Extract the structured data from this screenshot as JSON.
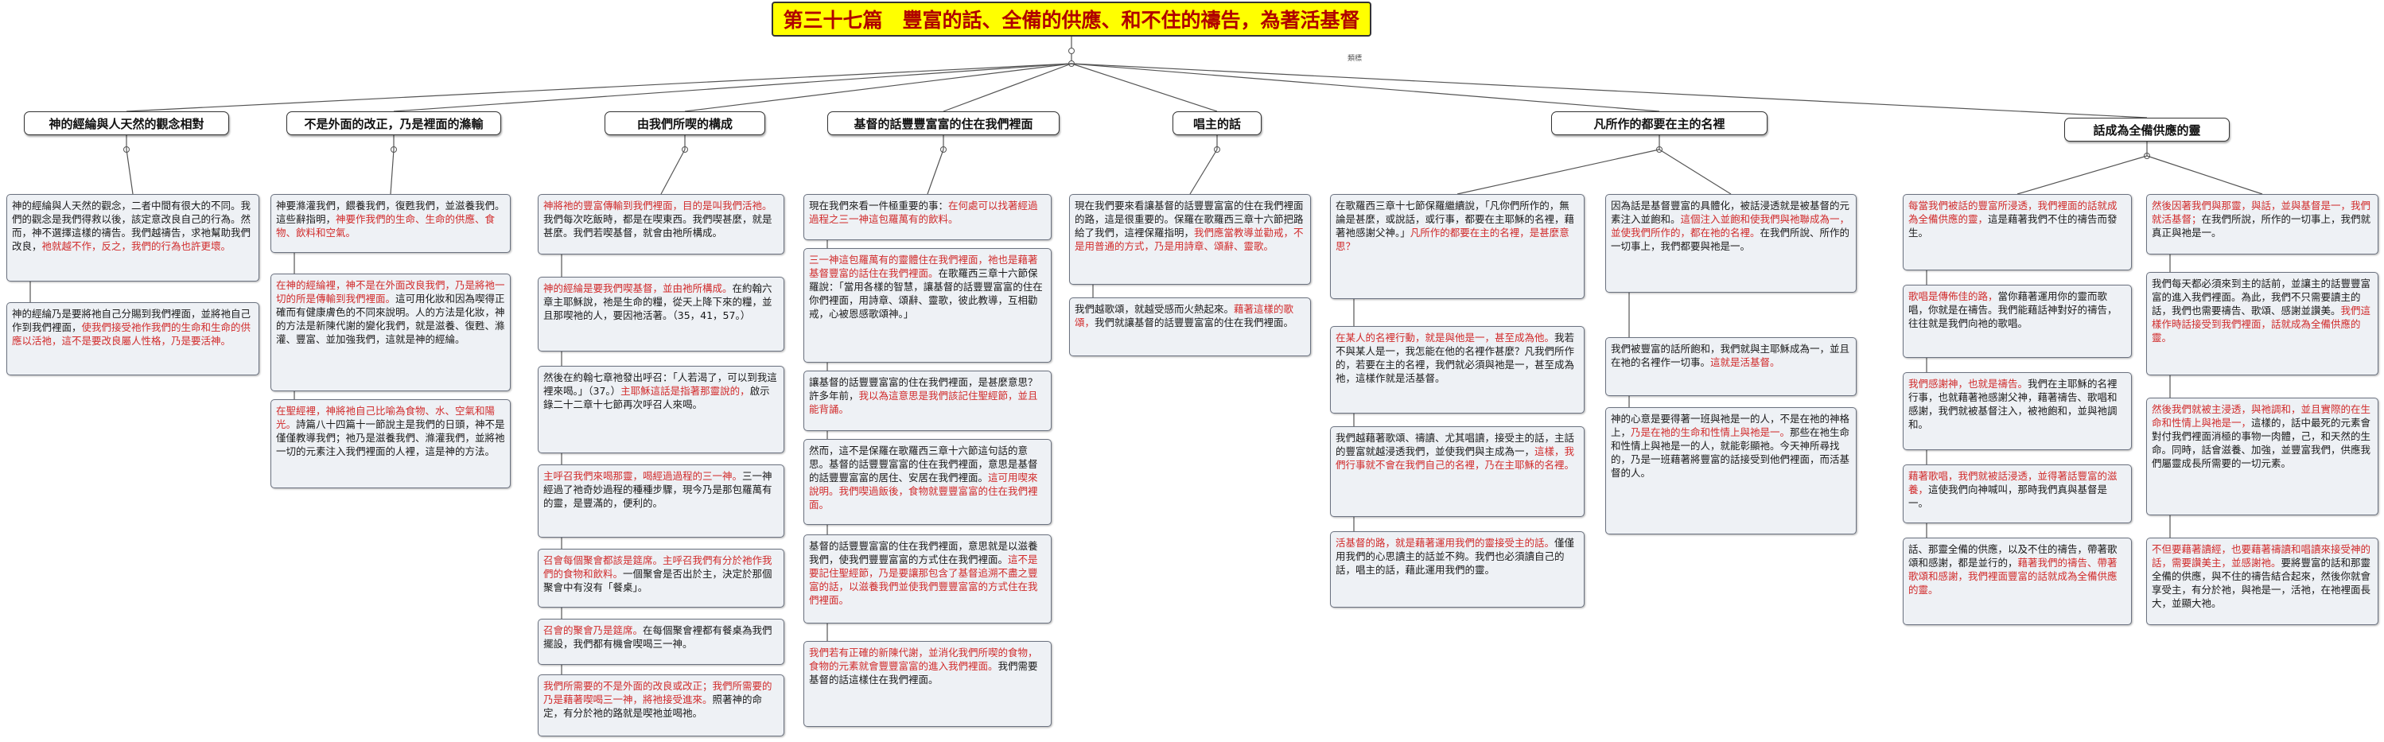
{
  "title": "第三十七篇　豐富的話、全備的供應、和不住的禱告，為著活基督",
  "hub_label": "類標",
  "colors": {
    "title_bg": "#ffff00",
    "title_text": "#b00000",
    "highlight": "#d12b2b",
    "note_bg": "#eef1f5"
  },
  "branches": [
    {
      "id": "b1",
      "label": "神的經綸與人天然的觀念相對",
      "notes": [
        {
          "id": "n1",
          "segments": [
            {
              "t": "神的經綸與人天然的觀念，二者中間有很大的不同。我們的觀念是我們得救以後，該定意改良自己的行為。然而，神不選擇這樣的禱告。我們越禱告，求祂幫助我們改良，",
              "c": "b"
            },
            {
              "t": "祂就越不作，反之，我們的行為也許更壞。",
              "c": "r"
            }
          ]
        },
        {
          "id": "n2",
          "segments": [
            {
              "t": "神的經綸乃是要將祂自己分賜到我們裡面，並將祂自己作到我們裡面，",
              "c": "b"
            },
            {
              "t": "使我們接受祂作我們的生命和生命的供應以活祂，這不是要改良屬人性格，乃是要活神。",
              "c": "r"
            }
          ]
        }
      ]
    },
    {
      "id": "b2",
      "label": "不是外面的改正，乃是裡面的滌輸",
      "notes": [
        {
          "id": "n3",
          "segments": [
            {
              "t": "神要滌灌我們，餵養我們，復甦我們，並滋養我們。這些辭指明，",
              "c": "b"
            },
            {
              "t": "神要作我們的生命、生命的供應、食物、飲料和空氣。",
              "c": "r"
            }
          ]
        },
        {
          "id": "n4",
          "segments": [
            {
              "t": "在神的經綸裡，神不是在外面改良我們，乃是將祂一切的所是傳輸到我們裡面。",
              "c": "r"
            },
            {
              "t": "這可用化妝和因為喫得正確而有健康膚色的不同來說明。人的方法是化妝，神的方法是新陳代謝的變化我們，就是滋養、復甦、滌灌、豐富、並加強我們，這就是神的經綸。",
              "c": "b"
            }
          ]
        },
        {
          "id": "n5",
          "segments": [
            {
              "t": "在聖經裡，神將祂自己比喻為食物、水、空氣和陽光。",
              "c": "r"
            },
            {
              "t": "詩篇八十四篇十一節說主是我們的日頭，神不是僅僅教導我們；祂乃是滋養我們、滌灌我們，並將祂一切的元素注入我們裡面的人裡，這是神的方法。",
              "c": "b"
            }
          ]
        }
      ]
    },
    {
      "id": "b3",
      "label": "由我們所喫的構成",
      "notes": [
        {
          "id": "n6",
          "segments": [
            {
              "t": "神將祂的豐富傳輸到我們裡面，目的是叫我們活祂。",
              "c": "r"
            },
            {
              "t": "我們每次吃飯時，都是在喫東西。我們喫甚麼，就是甚麼。我們若喫基督，就會由祂所構成。",
              "c": "b"
            }
          ]
        },
        {
          "id": "n7",
          "segments": [
            {
              "t": "神的經綸是要我們喫基督，並由祂所構成。",
              "c": "r"
            },
            {
              "t": "在約翰六章主耶穌說，祂是生命的糧，從天上降下來的糧，並且那喫祂的人，要因祂活著。（35，41，57。）",
              "c": "b"
            }
          ]
        },
        {
          "id": "n8",
          "segments": [
            {
              "t": "然後在約翰七章祂發出呼召：「人若渴了，可以到我這裡來喝。」（37。）",
              "c": "b"
            },
            {
              "t": "主耶穌這話是指著那靈說的，",
              "c": "r"
            },
            {
              "t": "啟示錄二十二章十七節再次呼召人來喝。",
              "c": "b"
            }
          ]
        },
        {
          "id": "n9",
          "segments": [
            {
              "t": "主呼召我們來喝那靈，喝經過過程的三一神。",
              "c": "r"
            },
            {
              "t": "三一神經過了祂奇妙過程的種種步驟，現今乃是那包羅萬有的靈，是豐滿的，便利的。",
              "c": "b"
            }
          ]
        },
        {
          "id": "n10",
          "segments": [
            {
              "t": "召會每個聚會都該是筵席。主呼召我們有分於祂作我們的食物和飲料。",
              "c": "r"
            },
            {
              "t": "一個聚會是否出於主，決定於那個聚會中有沒有「餐桌」。",
              "c": "b"
            }
          ]
        },
        {
          "id": "n11",
          "segments": [
            {
              "t": "召會的聚會乃是筵席。",
              "c": "r"
            },
            {
              "t": "在每個聚會裡都有餐桌為我們擺設，我們都有機會喫喝三一神。",
              "c": "b"
            }
          ]
        },
        {
          "id": "n12",
          "segments": [
            {
              "t": "我們所需要的不是外面的改良或改正；我們所需要的乃是藉著喫喝三一神，將祂接受進來。",
              "c": "r"
            },
            {
              "t": "照著神的命定，有分於祂的路就是喫祂並喝祂。",
              "c": "b"
            }
          ]
        }
      ]
    },
    {
      "id": "b4",
      "label": "基督的話豐豐富富的住在我們裡面",
      "notes": [
        {
          "id": "n13",
          "segments": [
            {
              "t": "現在我們來看一件極重要的事：",
              "c": "b"
            },
            {
              "t": "在何處可以找著經過過程之三一神這包羅萬有的飲料。",
              "c": "r"
            }
          ]
        },
        {
          "id": "n14",
          "segments": [
            {
              "t": "三一神這包羅萬有的靈體住在我們裡面，祂也是藉著基督豐富的話住在我們裡面。",
              "c": "r"
            },
            {
              "t": "在歌羅西三章十六節保羅說：「當用各樣的智慧，讓基督的話豐豐富富的住在你們裡面，用詩章、頌辭、靈歌，彼此教導，互相勸戒，心被恩感歌頌神。」",
              "c": "b"
            }
          ]
        },
        {
          "id": "n15",
          "segments": [
            {
              "t": "讓基督的話豐豐富富的住在我們裡面，是甚麼意思？許多年前，",
              "c": "b"
            },
            {
              "t": "我以為這意思是我們該記住聖經節，並且能背誦。",
              "c": "r"
            }
          ]
        },
        {
          "id": "n16",
          "segments": [
            {
              "t": "然而，這不是保羅在歌羅西三章十六節這句話的意思。基督的話豐豐富富的住在我們裡面，意思是基督的話豐豐富富的居住、安居在我們裡面。",
              "c": "b"
            },
            {
              "t": "這可用喫來說明。我們喫過飯後，食物就豐豐富富的住在我們裡面。",
              "c": "r"
            }
          ]
        },
        {
          "id": "n17",
          "segments": [
            {
              "t": "基督的話豐豐富富的住在我們裡面，意思就是以滋養我們，使我們豐豐富富的方式住在我們裡面。",
              "c": "b"
            },
            {
              "t": "這不是要記住聖經節，乃是要讓那包含了基督追溯不盡之豐富的話，以滋養我們並使我們豐豐富富的方式住在我們裡面。",
              "c": "r"
            }
          ]
        },
        {
          "id": "n18",
          "segments": [
            {
              "t": "我們若有正確的新陳代謝，並消化我們所喫的食物，食物的元素就會豐豐富富的進入我們裡面。",
              "c": "r"
            },
            {
              "t": "我們需要基督的話這樣住在我們裡面。",
              "c": "b"
            }
          ]
        }
      ]
    },
    {
      "id": "b5",
      "label": "唱主的話",
      "notes": [
        {
          "id": "n19",
          "segments": [
            {
              "t": "現在我們要來看讓基督的話豐豐富富的住在我們裡面的路，這是很重要的。保羅在歌羅西三章十六節把路給了我們，這裡保羅指明，",
              "c": "b"
            },
            {
              "t": "我們應當教導並勸戒，不是用普通的方式，乃是用詩章、頌辭、靈歌。",
              "c": "r"
            }
          ]
        },
        {
          "id": "n20",
          "segments": [
            {
              "t": "我們越歌頌，就越受感而火熱起來。",
              "c": "b"
            },
            {
              "t": "藉著這樣的歌頌，",
              "c": "r"
            },
            {
              "t": "我們就讓基督的話豐豐富富的住在我們裡面。",
              "c": "b"
            }
          ]
        }
      ]
    },
    {
      "id": "b6",
      "label": "凡所作的都要在主的名裡",
      "notes": [
        {
          "id": "n21",
          "segments": [
            {
              "t": "在歌羅西三章十七節保羅繼續說，「凡你們所作的，無論是甚麼，或說話，或行事，都要在主耶穌的名裡，藉著祂感謝父神。」",
              "c": "b"
            },
            {
              "t": "凡所作的都要在主的名裡，是甚麼意思？",
              "c": "r"
            }
          ]
        },
        {
          "id": "n22",
          "segments": [
            {
              "t": "在某人的名裡行動，就是與他是一，甚至成為他。",
              "c": "r"
            },
            {
              "t": "我若不與某人是一，我怎能在他的名裡作甚麼？凡我們所作的，若要在主的名裡，我們就必須與祂是一，甚至成為祂，這樣作就是活基督。",
              "c": "b"
            }
          ]
        },
        {
          "id": "n23",
          "segments": [
            {
              "t": "我們越藉著歌頌、禱讀、尤其唱讀，接受主的話，主話的豐富就越浸透我們，並使我們與主成為一，",
              "c": "b"
            },
            {
              "t": "這樣，我們行事就不會在我們自己的名裡，乃在主耶穌的名裡。",
              "c": "r"
            }
          ]
        },
        {
          "id": "n24",
          "segments": [
            {
              "t": "活基督的路，就是藉著運用我們的靈接受主的話。",
              "c": "r"
            },
            {
              "t": "僅僅用我們的心思讀主的話並不夠。我們也必須讀自己的話，唱主的話，藉此運用我們的靈。",
              "c": "b"
            }
          ]
        },
        {
          "id": "n25",
          "segments": [
            {
              "t": "因為話是基督豐富的具體化，被話浸透就是被基督的元素注入並飽和。",
              "c": "b"
            },
            {
              "t": "這個注入並飽和使我們與祂聯成為一，並使我們所作的，都在祂的名裡。",
              "c": "r"
            },
            {
              "t": "在我們所說、所作的一切事上，我們都要與祂是一。",
              "c": "b"
            }
          ]
        },
        {
          "id": "n26",
          "segments": [
            {
              "t": "我們被豐富的話所飽和，我們就與主耶穌成為一，並且在祂的名裡作一切事。",
              "c": "b"
            },
            {
              "t": "這就是活基督。",
              "c": "r"
            }
          ]
        },
        {
          "id": "n27",
          "segments": [
            {
              "t": "神的心意是要得著一班與祂是一的人，不是在祂的神格上，",
              "c": "b"
            },
            {
              "t": "乃是在祂的生命和性情上與祂是一。",
              "c": "r"
            },
            {
              "t": "那些在祂生命和性情上與祂是一的人，就能彰顯祂。今天神所尋找的，乃是一班藉著將豐富的話接受到他們裡面，而活基督的人。",
              "c": "b"
            }
          ]
        }
      ]
    },
    {
      "id": "b7",
      "label": "話成為全備供應的靈",
      "notes": [
        {
          "id": "n28",
          "segments": [
            {
              "t": "每當我們被話的豐富所浸透，我們裡面的話就成為全備供應的靈，",
              "c": "r"
            },
            {
              "t": "這是藉著我們不住的禱告而發生。",
              "c": "b"
            }
          ]
        },
        {
          "id": "n29",
          "segments": [
            {
              "t": "然後因著我們與那靈，與話，並與基督是一，我們就活基督；",
              "c": "r"
            },
            {
              "t": "在我們所說，所作的一切事上，我們就真正與祂是一。",
              "c": "b"
            }
          ]
        },
        {
          "id": "n30",
          "segments": [
            {
              "t": "歌唱是傳佈佳的路，",
              "c": "r"
            },
            {
              "t": "當你藉著運用你的靈而歌唱，你就是在禱告。我們能藉話神對好的禱告，往往就是我們向祂的歌唱。",
              "c": "b"
            }
          ]
        },
        {
          "id": "n31",
          "segments": [
            {
              "t": "我們每天都必須來到主的話前，並讓主的話豐豐富富的進入我們裡面。為此，我們不只需要讀主的話，我們也需要禱告、歌頌、感謝並讚美。",
              "c": "b"
            },
            {
              "t": "我們這樣作時話接受到我們裡面，話就成為全備供應的靈。",
              "c": "r"
            }
          ]
        },
        {
          "id": "n32",
          "segments": [
            {
              "t": "我們感謝神，也就是禱告。",
              "c": "r"
            },
            {
              "t": "我們在主耶穌的名裡行事，也就藉著祂感謝父神，藉著禱告、歌唱和感謝，我們就被基督注入，被祂飽和，並與祂調和。",
              "c": "b"
            }
          ]
        },
        {
          "id": "n33",
          "segments": [
            {
              "t": "然後我們就被主浸透，與祂調和，並且實際的在生命和性情上與祂是一，",
              "c": "r"
            },
            {
              "t": "這樣的，話中最死的元素會對付我們裡面消極的事物一肉體，己，和天然的生命。同時，話會滋養、加強，並豐富我們，供應我們屬靈成長所需要的一切元素。",
              "c": "b"
            }
          ]
        },
        {
          "id": "n34",
          "segments": [
            {
              "t": "藉著歌唱，我們就被話浸透，並得著話豐富的滋養，",
              "c": "r"
            },
            {
              "t": "這使我們向神喊叫，那時我們真與基督是一。",
              "c": "b"
            }
          ]
        },
        {
          "id": "n35",
          "segments": [
            {
              "t": "話、那靈全備的供應，以及不住的禱告，帶著歌頌和感謝，都是並行的，",
              "c": "b"
            },
            {
              "t": "藉著我們的禱告、帶著歌頌和感謝，我們裡面豐富的話就成為全備供應的靈。",
              "c": "r"
            }
          ]
        },
        {
          "id": "n36",
          "segments": [
            {
              "t": "不但要藉著讀經，也要藉著禱讀和唱讀來接受神的話，需要讚美主，並感謝祂。",
              "c": "r"
            },
            {
              "t": "要將豐富的話和那靈全備的供應，與不住的禱告結合起來，然後你就會享受主，有分於祂，與祂是一，活祂，在祂裡面長大，並顯大祂。",
              "c": "b"
            }
          ]
        }
      ]
    }
  ]
}
